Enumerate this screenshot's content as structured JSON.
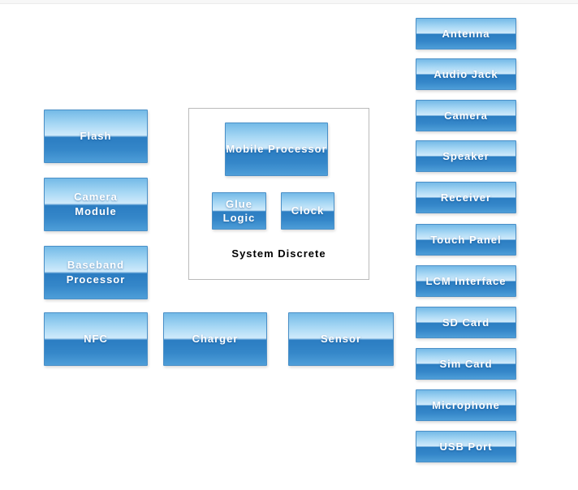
{
  "colors": {
    "canvas_bg": "#ffffff",
    "top_strip": "#f7f7f7",
    "block_border": "#4a8fc7",
    "gloss_top": "#74bae7",
    "gloss_mid_light": "#cfeafb",
    "gloss_mid_dark": "#2b7dc2",
    "gloss_bottom": "#4e9ed8",
    "group_border": "#bbbbbb",
    "label_text": "#ffffff",
    "title_text": "#000000"
  },
  "system_group": {
    "title": "System Discrete"
  },
  "blocks": {
    "flash": {
      "lines": [
        "Flash"
      ]
    },
    "camera_module": {
      "lines": [
        "Camera",
        "Module"
      ]
    },
    "baseband_processor": {
      "lines": [
        "Baseband",
        "Processor"
      ]
    },
    "nfc": {
      "lines": [
        "NFC"
      ]
    },
    "charger": {
      "lines": [
        "Charger"
      ]
    },
    "sensor": {
      "lines": [
        "Sensor"
      ]
    },
    "mobile_processor": {
      "lines": [
        "Mobile Processor"
      ]
    },
    "glue_logic": {
      "lines": [
        "Glue",
        "Logic"
      ]
    },
    "clock": {
      "lines": [
        "Clock"
      ]
    }
  },
  "right_column": {
    "items": [
      {
        "label": "Antenna"
      },
      {
        "label": "Audio Jack"
      },
      {
        "label": "Camera"
      },
      {
        "label": "Speaker"
      },
      {
        "label": "Receiver"
      },
      {
        "label": "Touch Panel"
      },
      {
        "label": "LCM Interface"
      },
      {
        "label": "SD Card"
      },
      {
        "label": "Sim Card"
      },
      {
        "label": "Microphone"
      },
      {
        "label": "USB Port"
      }
    ]
  }
}
